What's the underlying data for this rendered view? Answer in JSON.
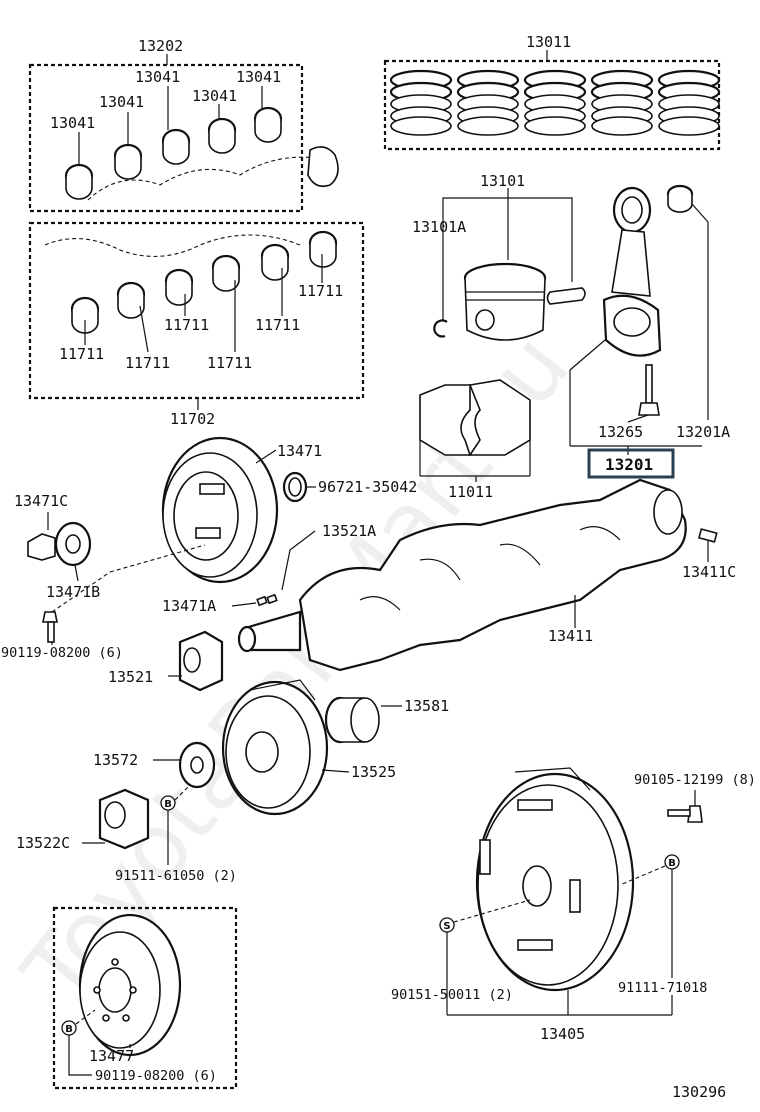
{
  "watermark": "ToyotaPartMart.ru",
  "diagram_id": "130296",
  "parts": {
    "p13202": "13202",
    "p13041": "13041",
    "p13011": "13011",
    "p11711": "11711",
    "p11702": "11702",
    "p13101": "13101",
    "p13101A": "13101A",
    "p13265": "13265",
    "p13201A": "13201A",
    "p13201": "13201",
    "p11011": "11011",
    "p13471": "13471",
    "p96721": "96721-35042",
    "p13471C": "13471C",
    "p13471B": "13471B",
    "p13521A": "13521A",
    "p13471A": "13471A",
    "p90119_top": "90119-08200 (6)",
    "p13521": "13521",
    "p13411": "13411",
    "p13411C": "13411C",
    "p13581": "13581",
    "p13572": "13572",
    "p13525": "13525",
    "p13522C": "13522C",
    "p91511": "91511-61050 (2)",
    "p90105": "90105-12199 (8)",
    "p13477": "13477",
    "p90119_bot": "90119-08200 (6)",
    "p90151": "90151-50011 (2)",
    "p91111": "91111-71018",
    "p13405": "13405"
  },
  "markers": {
    "b": "B",
    "s": "S"
  }
}
